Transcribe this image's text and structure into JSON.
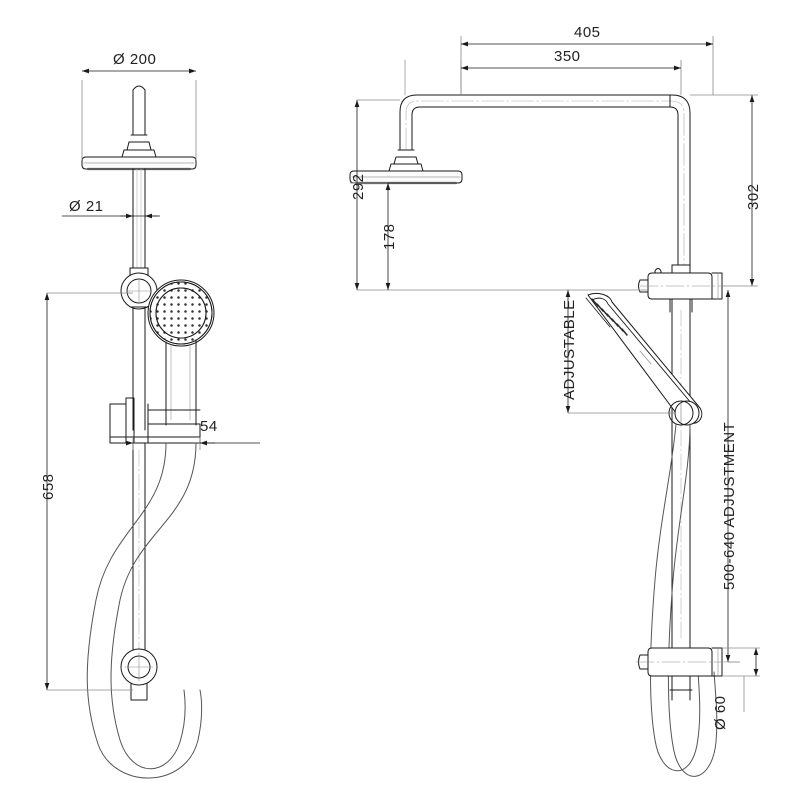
{
  "drawing": {
    "title": "Shower rail / overhead shower technical dimension drawing",
    "units": "mm",
    "views": [
      {
        "name": "front-elevation",
        "position": "left"
      },
      {
        "name": "side-elevation",
        "position": "right"
      }
    ]
  },
  "dimensions": {
    "dia_200": "Ø 200",
    "dia_21": "Ø 21",
    "d_658": "658",
    "d_54": "54",
    "d_405": "405",
    "d_350": "350",
    "d_292": "292",
    "d_178": "178",
    "d_302": "302",
    "adjustable": "ADJUSTABLE",
    "adjustment_range": "500-640 ADJUSTMENT",
    "dia_60": "Ø 60"
  },
  "colors": {
    "line": "#1a1a1a",
    "thin_line": "#6f6f6f",
    "dim_line": "#8a8a8a",
    "background": "#ffffff"
  }
}
